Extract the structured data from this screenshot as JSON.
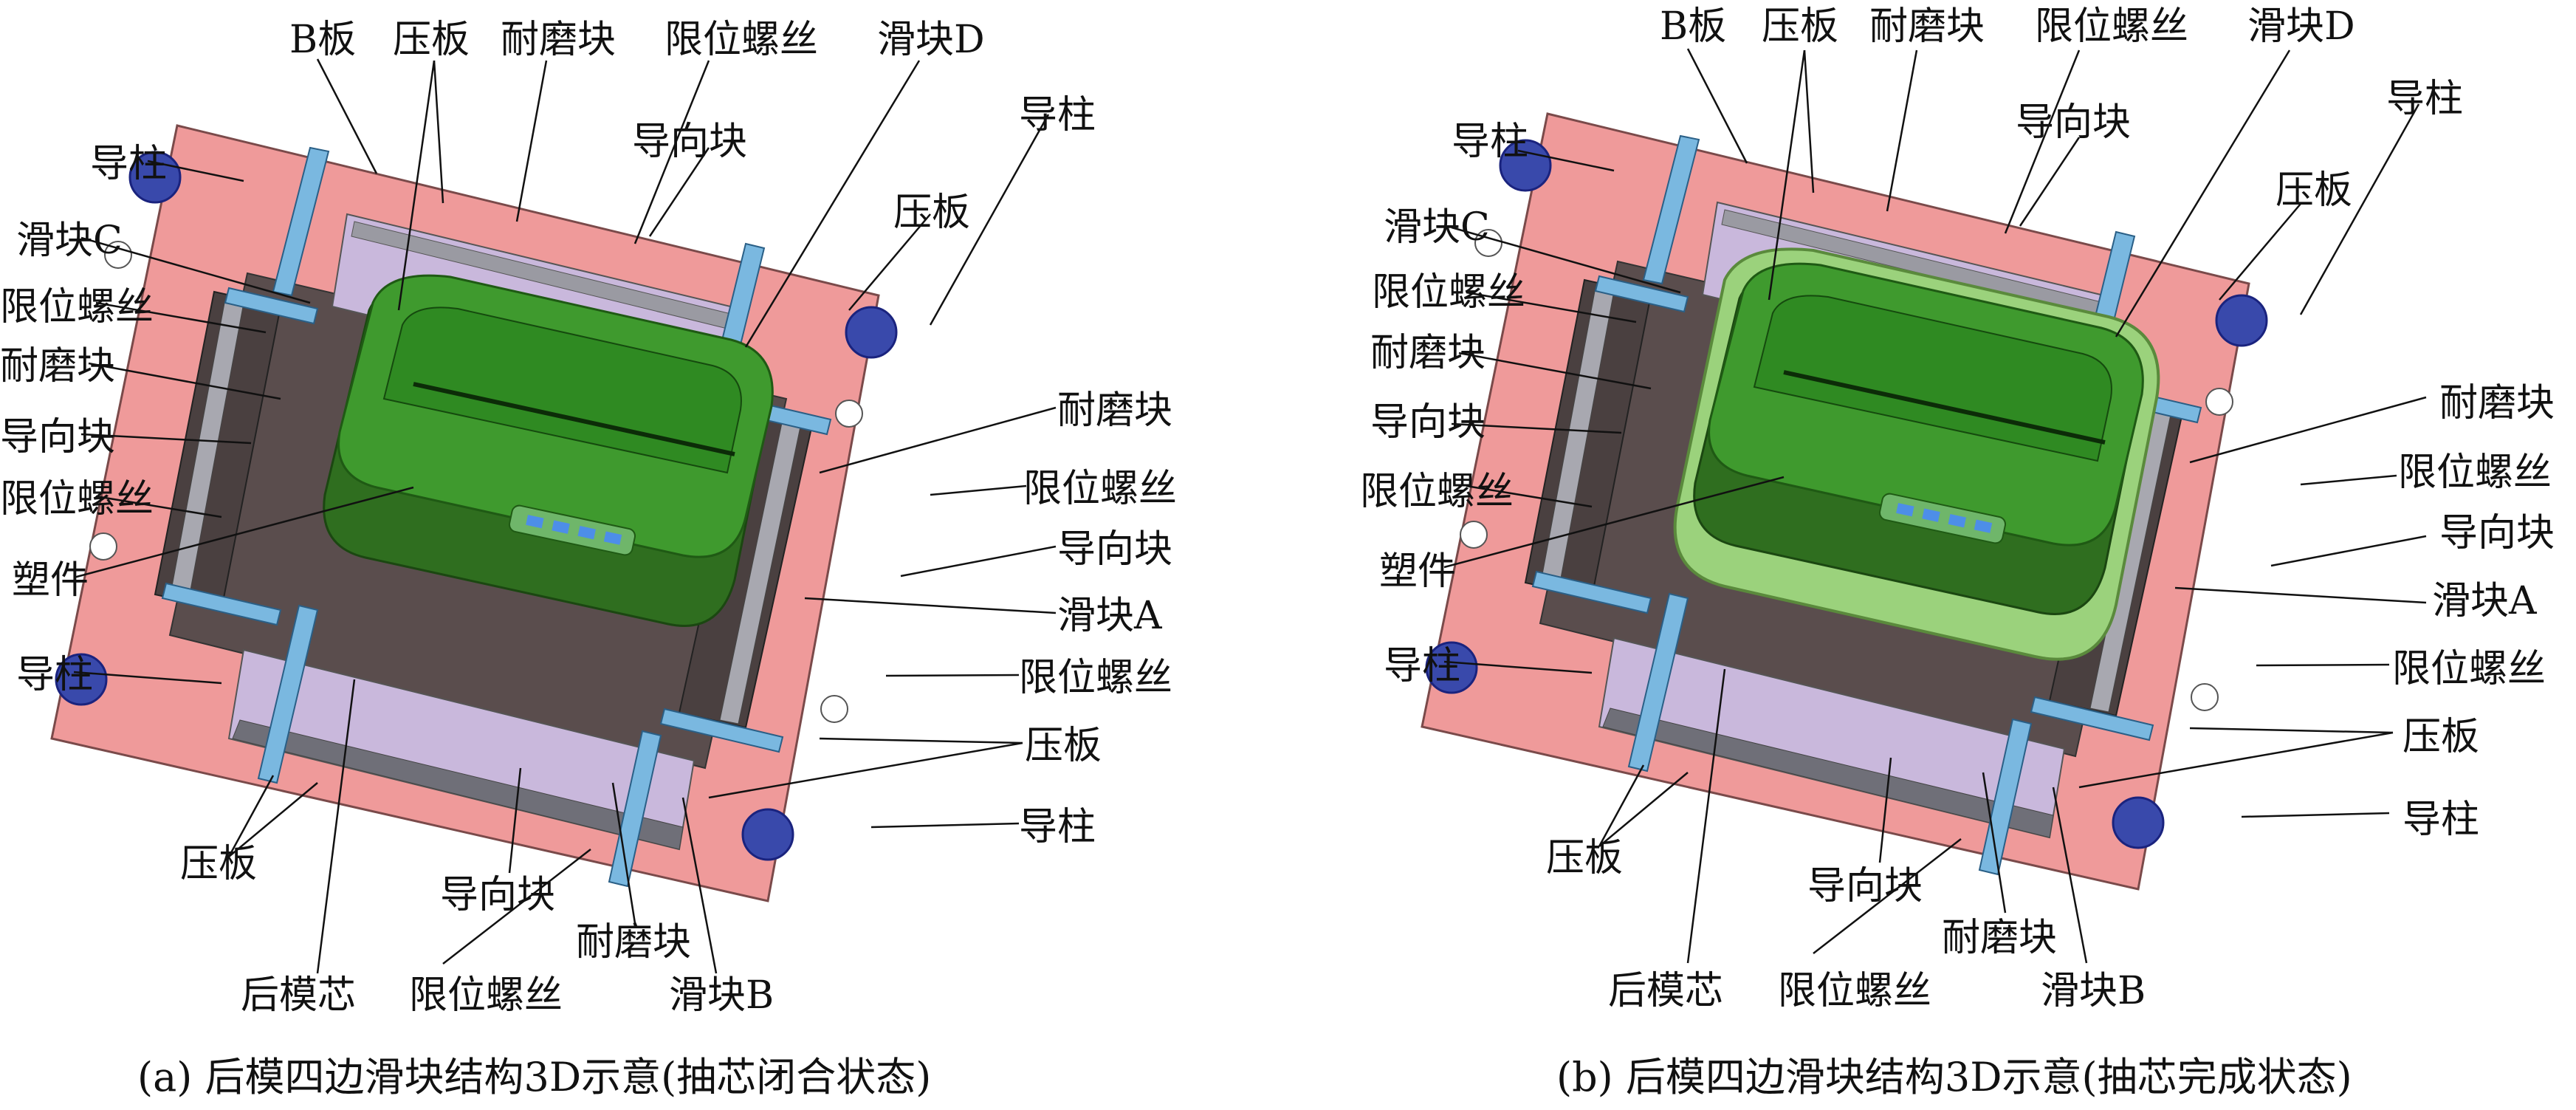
{
  "captions": {
    "a": "(a) 后模四边滑块结构3D示意(抽芯闭合状态)",
    "b": "(b) 后模四边滑块结构3D示意(抽芯完成状态)"
  },
  "panel_a": {
    "b_plate": "B板",
    "press_plate_top": "压板",
    "wear_block_top": "耐磨块",
    "limit_screw_top": "限位螺丝",
    "slider_d": "滑块D",
    "guide_pillar_tl": "导柱",
    "guide_block_top": "导向块",
    "guide_pillar_tr": "导柱",
    "press_plate_tr": "压板",
    "slider_c": "滑块C",
    "limit_screw_l1": "限位螺丝",
    "wear_block_l": "耐磨块",
    "guide_block_l": "导向块",
    "limit_screw_l2": "限位螺丝",
    "plastic_part": "塑件",
    "guide_pillar_bl": "导柱",
    "wear_block_r": "耐磨块",
    "limit_screw_r1": "限位螺丝",
    "guide_block_r": "导向块",
    "slider_a": "滑块A",
    "limit_screw_r2": "限位螺丝",
    "press_plate_r": "压板",
    "guide_pillar_br": "导柱",
    "press_plate_bl": "压板",
    "guide_block_bottom": "导向块",
    "wear_block_bottom": "耐磨块",
    "rear_core": "后模芯",
    "limit_screw_bottom": "限位螺丝",
    "slider_b": "滑块B"
  },
  "panel_b": {
    "b_plate": "B板",
    "press_plate_top": "压板",
    "wear_block_top": "耐磨块",
    "limit_screw_top": "限位螺丝",
    "slider_d": "滑块D",
    "guide_pillar_tl": "导柱",
    "guide_block_top": "导向块",
    "guide_pillar_tr": "导柱",
    "press_plate_tr": "压板",
    "slider_c": "滑块C",
    "limit_screw_l1": "限位螺丝",
    "wear_block_l": "耐磨块",
    "guide_block_l": "导向块",
    "limit_screw_l2": "限位螺丝",
    "plastic_part": "塑件",
    "guide_pillar_bl": "导柱",
    "wear_block_r": "耐磨块",
    "limit_screw_r1": "限位螺丝",
    "guide_block_r": "导向块",
    "slider_a": "滑块A",
    "limit_screw_r2": "限位螺丝",
    "press_plate_r": "压板",
    "guide_pillar_br": "导柱",
    "press_plate_bl": "压板",
    "guide_block_bottom": "导向块",
    "rear_core": "后模芯",
    "limit_screw_bottom": "限位螺丝",
    "wear_block_bottom": "耐磨块",
    "slider_b": "滑块B"
  },
  "colors": {
    "b_plate": "#ef9a9a",
    "slider": "#c9b8dc",
    "press_plate": "#7ab8e0",
    "plastic_part": "#3f9a2e",
    "part_rim": "#9bd27c",
    "guide_pillar": "#3949ab",
    "dark_slider": "#4a4040"
  }
}
